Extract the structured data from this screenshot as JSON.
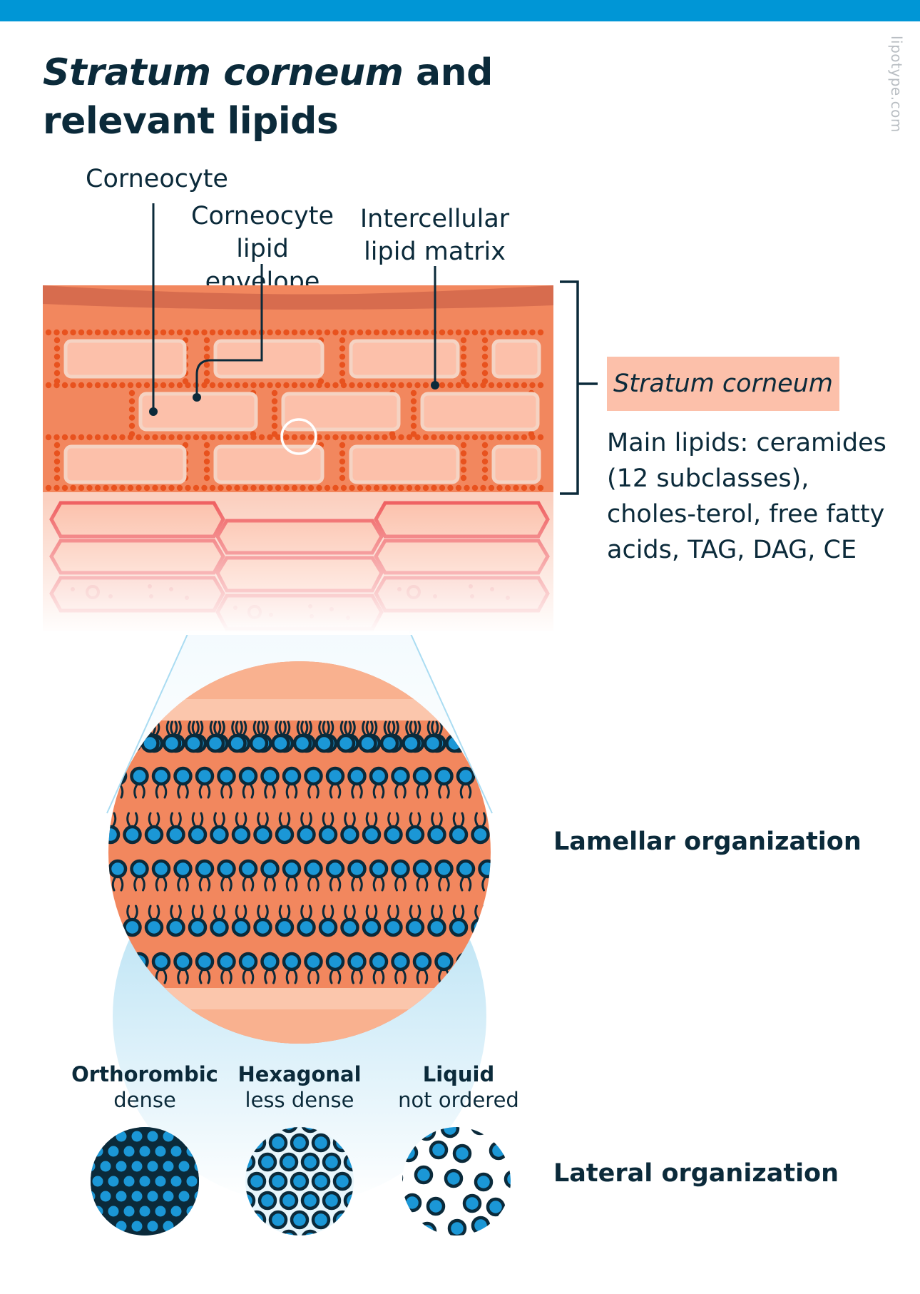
{
  "site": "lipotype.com",
  "title": {
    "italic": "Stratum corneum",
    "line1_rest": " and",
    "line2": "relevant lipids"
  },
  "labels": {
    "corneocyte": "Corneocyte",
    "envelope_line1": "Corneocyte",
    "envelope_line2": "lipid envelope",
    "matrix_line1": "Intercellular",
    "matrix_line2": "lipid matrix"
  },
  "stratum_label": "Stratum corneum",
  "main_lipids": "Main lipids: ceramides (12 subclasses), choles-terol, free fatty acids, TAG, DAG, CE",
  "organization": {
    "lamellar": "Lamellar organization",
    "lateral": "Lateral organization"
  },
  "phases": [
    {
      "name": "Orthorombic",
      "desc": "dense"
    },
    {
      "name": "Hexagonal",
      "desc": "less dense"
    },
    {
      "name": "Liquid",
      "desc": "not ordered"
    }
  ],
  "colors": {
    "accent_blue": "#0096d6",
    "navy": "#0b2a3a",
    "skin_orange": "#f2875e",
    "skin_top": "#d76c4e",
    "dots": "#e8521e",
    "cell_fill": "#fcc0aa",
    "cell_edge": "#f5d3c3",
    "red_edge": "#ef5d5e",
    "pink_fill": "#f9b5a6",
    "lipid_blue": "#1b97d6",
    "pale_blue": "#aadcf2"
  }
}
